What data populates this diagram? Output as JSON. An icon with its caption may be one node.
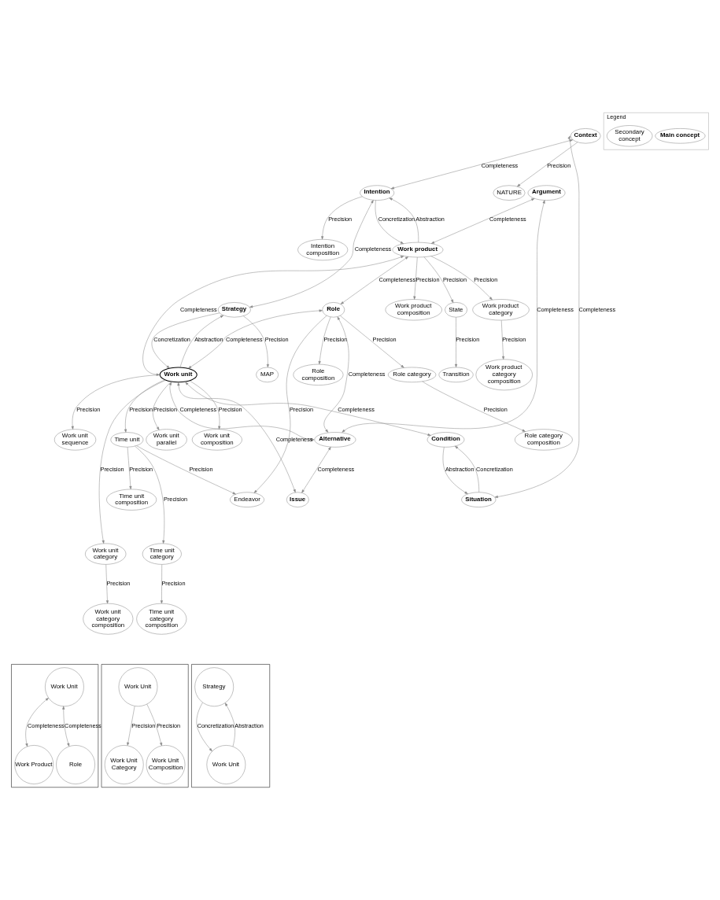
{
  "diagram": {
    "nodes": [
      {
        "text": [
          "NATURE"
        ]
      },
      {
        "text": [
          "Intention composition"
        ]
      },
      {
        "text": [
          "MAP"
        ]
      },
      {
        "text": [
          "Context"
        ]
      },
      {
        "text": [
          "Intention"
        ]
      },
      {
        "text": [
          "Strategy"
        ]
      },
      {
        "text": [
          "Transition"
        ]
      },
      {
        "text": [
          "Time unit composition"
        ]
      },
      {
        "text": [
          "Time unit category composition"
        ]
      },
      {
        "text": [
          "Situation"
        ]
      },
      {
        "text": [
          "Work product category composition"
        ]
      },
      {
        "text": [
          "Work product composition"
        ]
      },
      {
        "text": [
          "State"
        ]
      },
      {
        "text": [
          "Endeavor"
        ]
      },
      {
        "text": [
          "Work product category"
        ]
      },
      {
        "text": [
          "Work product"
        ]
      },
      {
        "text": [
          "Time unit"
        ]
      },
      {
        "text": [
          "Time unit category"
        ]
      },
      {
        "text": [
          "Argument"
        ]
      },
      {
        "text": [
          "Role category composition"
        ]
      },
      {
        "text": [
          "Role composition"
        ]
      },
      {
        "text": [
          "Work unit"
        ]
      },
      {
        "text": [
          "Work unit parallel"
        ]
      },
      {
        "text": [
          "Role"
        ]
      },
      {
        "text": [
          "Role category"
        ]
      },
      {
        "text": [
          "Work unit composition"
        ]
      },
      {
        "text": [
          "Work unit sequence"
        ]
      },
      {
        "text": [
          "Alternative"
        ]
      },
      {
        "text": [
          "Work unit category"
        ]
      },
      {
        "text": [
          "Work unit category composition"
        ]
      },
      {
        "text": [
          "Issue"
        ]
      },
      {
        "text": [
          "Condition"
        ]
      },
      {
        "text": [
          "Legend"
        ]
      },
      {
        "text": [
          "Main concept"
        ],
        "in": 32
      },
      {
        "text": [
          "Secondary concept"
        ],
        "in": 32
      },
      {
        "text": [],
        "shape": "box"
      },
      {
        "text": [
          "Work Unit"
        ],
        "in": 35
      },
      {
        "text": [
          "Work Product"
        ],
        "in": 35
      },
      {
        "text": [
          "Role"
        ],
        "in": 35
      },
      {
        "text": [],
        "shape": "box"
      },
      {
        "text": [
          "Work Unit"
        ],
        "in": 39
      },
      {
        "text": [
          "Work Unit Category"
        ],
        "in": 39
      },
      {
        "text": [
          "Work Unit Composition"
        ],
        "in": 39
      },
      {
        "text": [],
        "shape": "box"
      },
      {
        "text": [
          "Strategy"
        ],
        "in": 43
      },
      {
        "text": [
          "Work Unit"
        ],
        "in": 43
      }
    ],
    "edges": [
      {
        "from": 3,
        "to": 0,
        "arrow": "to",
        "label": "Precision"
      },
      {
        "from": 4,
        "to": 1,
        "arrow": "to",
        "label": "Precision"
      },
      {
        "from": 5,
        "to": 2,
        "arrow": "to",
        "label": "Precision"
      },
      {
        "from": 3,
        "to": 4,
        "arrow": "both",
        "label": "Completeness"
      },
      {
        "from": 4,
        "to": 5,
        "arrow": "both",
        "label": "Completeness"
      },
      {
        "from": 3,
        "to": 9,
        "arrow": "both",
        "label": "Completeness"
      },
      {
        "from": 4,
        "to": 15,
        "arrow": "to",
        "label": "Concretization"
      },
      {
        "from": 15,
        "to": 4,
        "arrow": "to",
        "label": "Abstraction"
      },
      {
        "from": 5,
        "to": 21,
        "arrow": "to",
        "label": "Concretization"
      },
      {
        "from": 21,
        "to": 5,
        "arrow": "to",
        "label": "Abstraction"
      },
      {
        "from": 12,
        "to": 6,
        "arrow": "to",
        "label": "Precision"
      },
      {
        "from": 16,
        "to": 7,
        "arrow": "to",
        "label": "Precision"
      },
      {
        "from": 17,
        "to": 8,
        "arrow": "to",
        "label": "Precision"
      },
      {
        "from": 16,
        "to": 17,
        "arrow": "to",
        "label": "Precision"
      },
      {
        "from": 14,
        "to": 10,
        "arrow": "to",
        "label": "Precision"
      },
      {
        "from": 15,
        "to": 11,
        "arrow": "to",
        "label": "Precision"
      },
      {
        "from": 15,
        "to": 12,
        "arrow": "to",
        "label": "Precision"
      },
      {
        "from": 15,
        "to": 14,
        "arrow": "to",
        "label": "Precision"
      },
      {
        "from": 16,
        "to": 13,
        "arrow": "to",
        "label": "Precision"
      },
      {
        "from": 23,
        "to": 13,
        "arrow": "to",
        "label": "Precision"
      },
      {
        "from": 21,
        "to": 16,
        "arrow": "to",
        "label": "Precision"
      },
      {
        "from": 18,
        "to": 15,
        "arrow": "both",
        "label": "Completeness"
      },
      {
        "from": 15,
        "to": 21,
        "arrow": "both",
        "label": "Completeness"
      },
      {
        "from": 15,
        "to": 23,
        "arrow": "both",
        "label": "Completeness"
      },
      {
        "from": 9,
        "to": 31,
        "arrow": "to",
        "label": "Concretization"
      },
      {
        "from": 31,
        "to": 9,
        "arrow": "to",
        "label": "Abstraction"
      },
      {
        "from": 23,
        "to": 20,
        "arrow": "to",
        "label": "Precision"
      },
      {
        "from": 23,
        "to": 21,
        "arrow": "both",
        "label": "Completeness"
      },
      {
        "from": 23,
        "to": 24,
        "arrow": "to",
        "label": "Precision"
      },
      {
        "from": 24,
        "to": 19,
        "arrow": "to",
        "label": "Precision"
      },
      {
        "from": 23,
        "to": 27,
        "arrow": "both",
        "label": "Completeness"
      },
      {
        "from": 18,
        "to": 27,
        "arrow": "both",
        "label": "Completeness"
      },
      {
        "from": 21,
        "to": 27,
        "arrow": "both",
        "label": "Completeness"
      },
      {
        "from": 27,
        "to": 30,
        "arrow": "both",
        "label": "Completeness"
      },
      {
        "from": 21,
        "to": 30,
        "arrow": "both",
        "label": "Completeness"
      },
      {
        "from": 21,
        "to": 31,
        "arrow": "both",
        "label": "Completeness"
      },
      {
        "from": 21,
        "to": 22,
        "arrow": "to",
        "label": "Precision"
      },
      {
        "from": 21,
        "to": 25,
        "arrow": "to",
        "label": "Precision"
      },
      {
        "from": 21,
        "to": 26,
        "arrow": "to",
        "label": "Precision"
      },
      {
        "from": 21,
        "to": 28,
        "arrow": "to",
        "label": "Precision"
      },
      {
        "from": 28,
        "to": 29,
        "arrow": "to",
        "label": "Precision"
      },
      {
        "from": 36,
        "to": 37,
        "arrow": "both",
        "label": "Completeness"
      },
      {
        "from": 36,
        "to": 38,
        "arrow": "both",
        "label": "Completeness"
      },
      {
        "from": 40,
        "to": 41,
        "arrow": "to",
        "label": "Precision"
      },
      {
        "from": 40,
        "to": 42,
        "arrow": "to",
        "label": "Precision"
      },
      {
        "from": 45,
        "to": 44,
        "arrow": "to",
        "label": "Abstraction"
      },
      {
        "from": 44,
        "to": 45,
        "arrow": "to",
        "label": "Concretization"
      }
    ]
  }
}
